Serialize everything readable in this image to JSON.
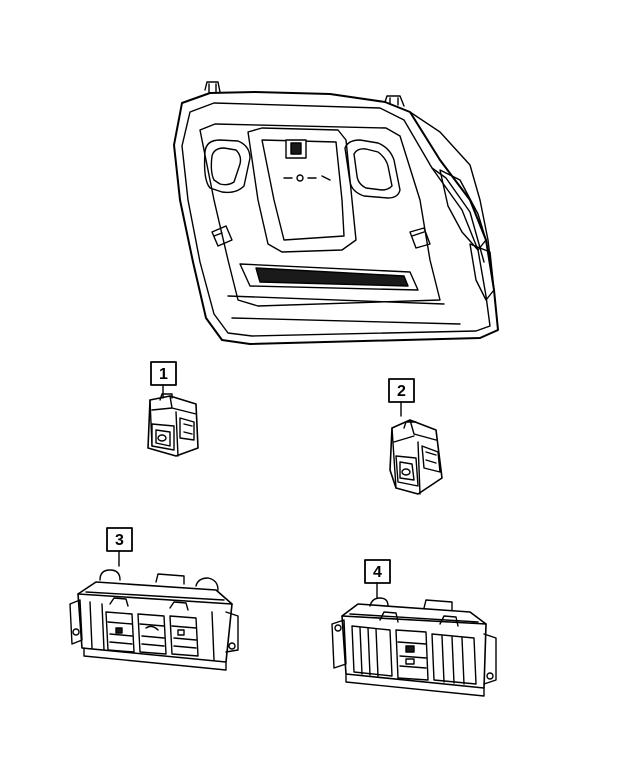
{
  "callouts": [
    {
      "id": "1",
      "label": "1"
    },
    {
      "id": "2",
      "label": "2"
    },
    {
      "id": "3",
      "label": "3"
    },
    {
      "id": "4",
      "label": "4"
    }
  ],
  "colors": {
    "stroke": "#000000",
    "background": "#ffffff",
    "dark_fill": "#1a1a1a"
  }
}
